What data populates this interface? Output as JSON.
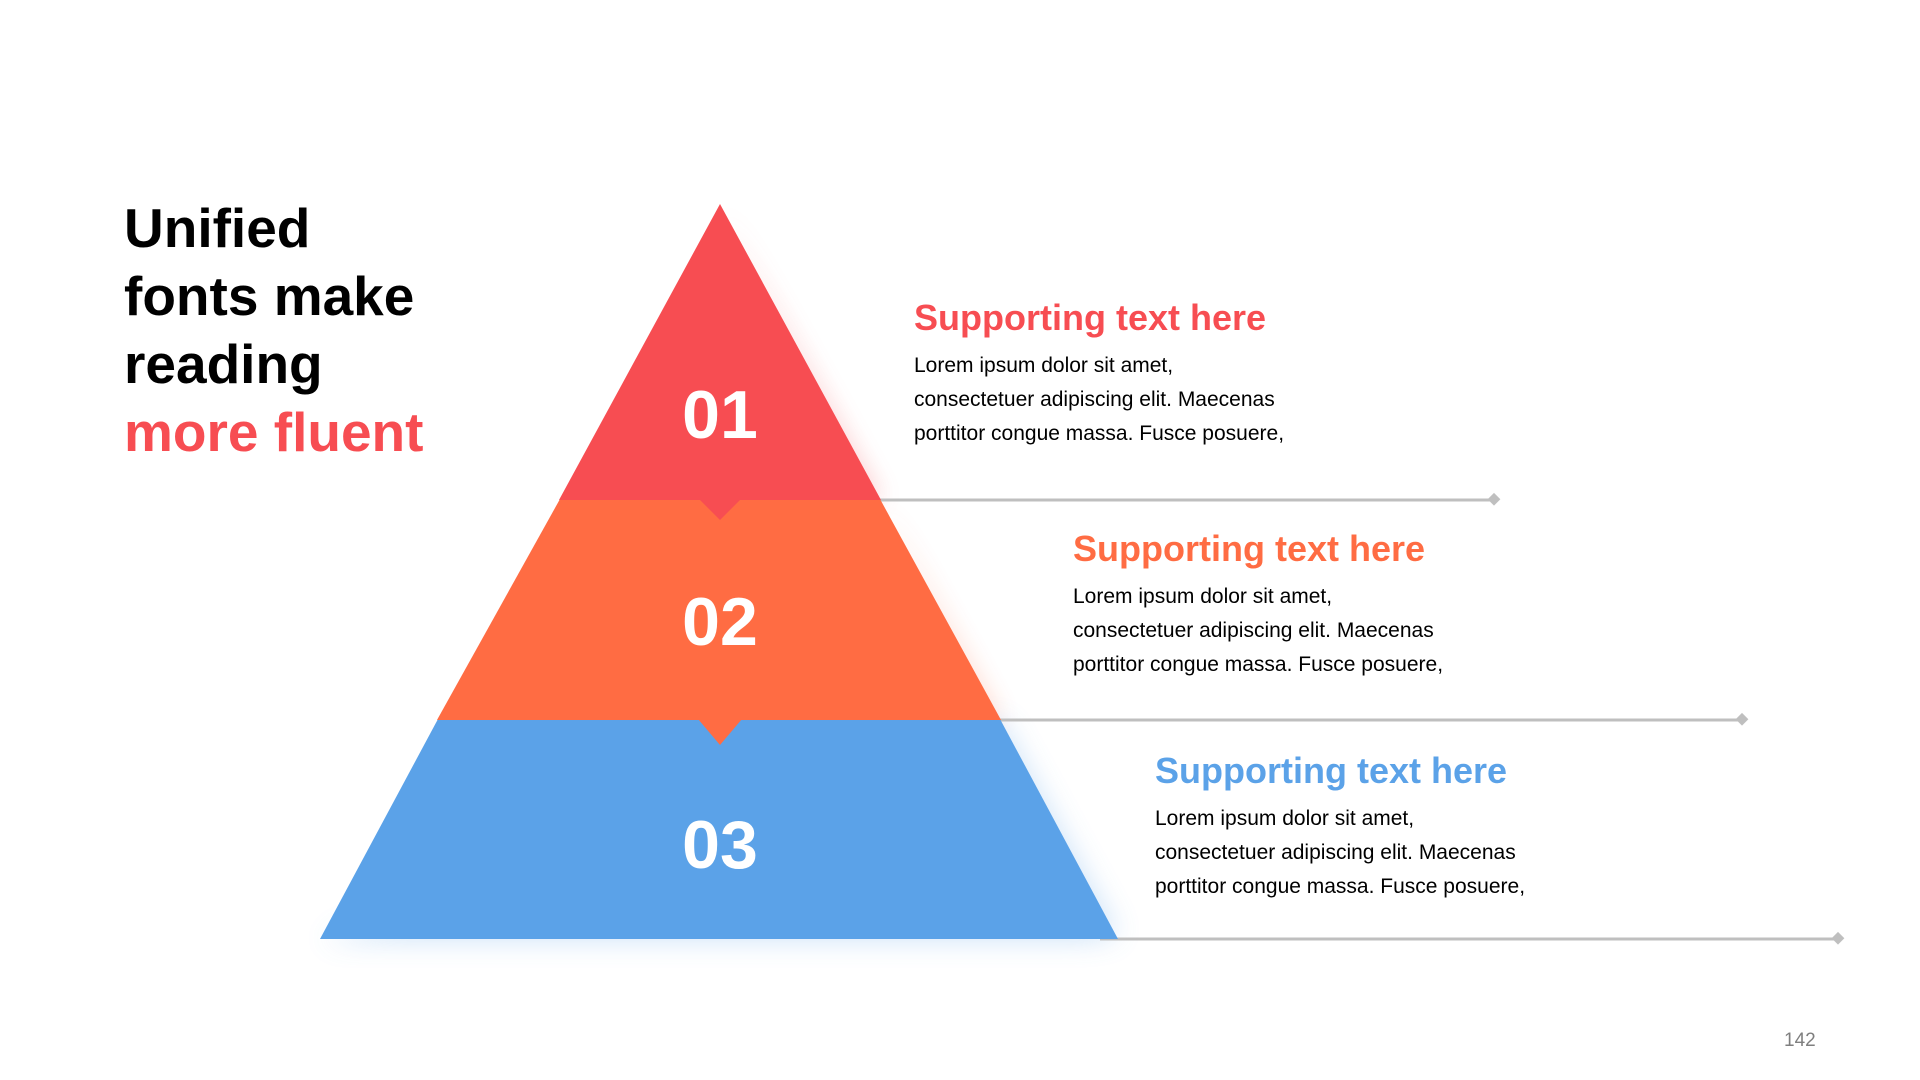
{
  "title": {
    "line1": "Unified",
    "line2": "fonts make",
    "line3": "reading",
    "line4": "more fluent"
  },
  "levels": [
    {
      "number": "01",
      "heading": "Supporting text here",
      "body": "Lorem ipsum dolor sit amet,\nconsectetuer adipiscing elit. Maecenas\nporttitor congue massa. Fusce posuere,",
      "color": "#f74d52"
    },
    {
      "number": "02",
      "heading": "Supporting text here",
      "body": "Lorem ipsum dolor sit amet,\nconsectetuer adipiscing elit. Maecenas\nporttitor congue massa. Fusce posuere,",
      "color": "#ff6c43"
    },
    {
      "number": "03",
      "heading": "Supporting text here",
      "body": "Lorem ipsum dolor sit amet,\nconsectetuer adipiscing elit. Maecenas\nporttitor congue massa. Fusce posuere,",
      "color": "#5ba2e8"
    }
  ],
  "page_number": "142",
  "colors": {
    "accent": "#f74d52",
    "connector": "#bfbfbf"
  }
}
